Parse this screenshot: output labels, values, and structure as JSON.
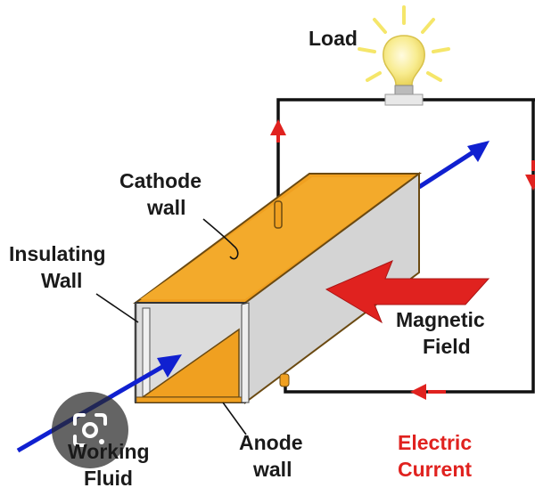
{
  "diagram": {
    "labels": {
      "load": "Load",
      "cathode_wall_1": "Cathode",
      "cathode_wall_2": "wall",
      "insulating_wall_1": "Insulating",
      "insulating_wall_2": "Wall",
      "magnetic_field_1": "Magnetic",
      "magnetic_field_2": "Field",
      "working_fluid_1": "Working",
      "working_fluid_2": "Fluid",
      "anode_wall_1": "Anode",
      "anode_wall_2": "wall",
      "electric_current_1": "Electric",
      "electric_current_2": "Current"
    },
    "colors": {
      "orange_wall": "#f0a020",
      "grey_wall": "#d0d0d0",
      "blue_flow_arrow": "#1020d0",
      "red_arrow": "#e0221f",
      "circuit_wire": "#111111",
      "bulb_glow": "#f5e66a"
    },
    "icons": {
      "lens_button": "image-search-lens-icon",
      "bulb": "light-bulb-icon"
    }
  }
}
